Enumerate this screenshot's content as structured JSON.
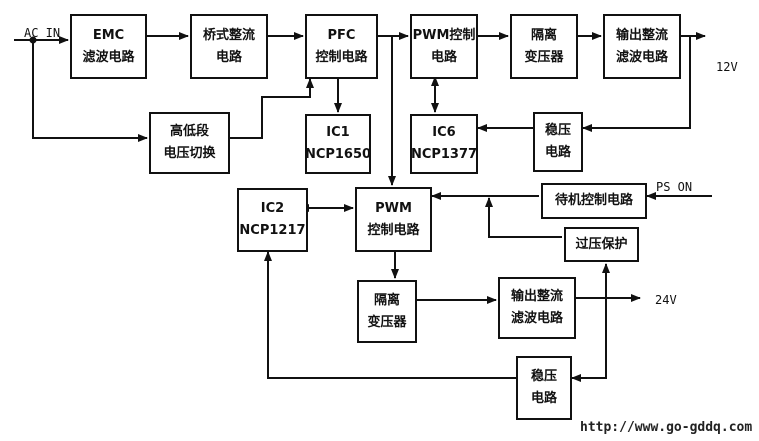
{
  "blocks": {
    "emc": [
      "EMC",
      "滤波电路"
    ],
    "bridge": [
      "桥式整流",
      "电路"
    ],
    "pfc": [
      "PFC",
      "控制电路"
    ],
    "pwm_top": [
      "PWM控制",
      "电路"
    ],
    "iso_top": [
      "隔离",
      "变压器"
    ],
    "out_top": [
      "输出整流",
      "滤波电路"
    ],
    "hilo": [
      "高低段",
      "电压切换"
    ],
    "ic1": [
      "IC1",
      "NCP1650"
    ],
    "ic6": [
      "IC6",
      "NCP1377"
    ],
    "reg_top": [
      "稳压",
      "电路"
    ],
    "ic2": [
      "IC2",
      "NCP1217"
    ],
    "pwm_mid": [
      "PWM",
      "控制电路"
    ],
    "standby": [
      "待机控制电路"
    ],
    "ovp": [
      "过压保护"
    ],
    "iso_bot": [
      "隔离",
      "变压器"
    ],
    "out_bot": [
      "输出整流",
      "滤波电路"
    ],
    "reg_bot": [
      "稳压",
      "电路"
    ]
  },
  "labels": {
    "ac_in": "AC IN",
    "out12": "12V",
    "ps_on": "PS ON",
    "out24": "24V"
  },
  "watermark": "http://www.go-gddq.com"
}
